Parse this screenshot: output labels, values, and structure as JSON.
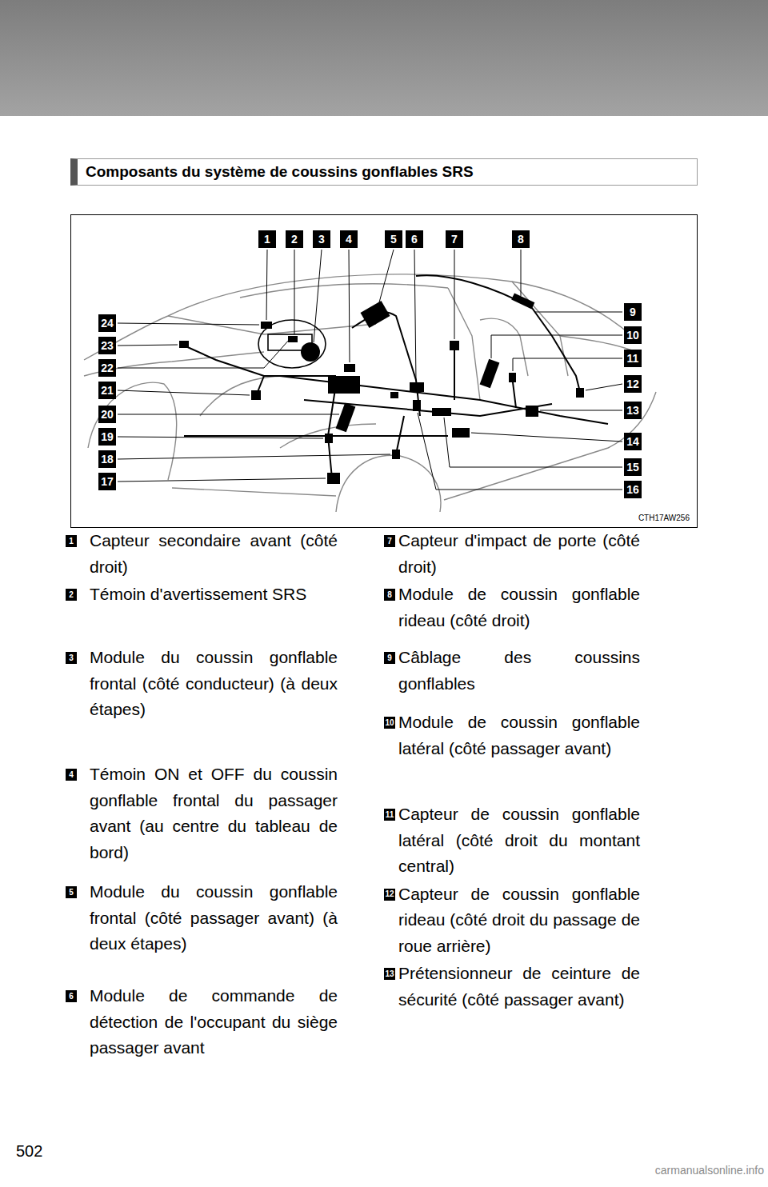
{
  "diagram": {
    "title": "Composants du système de coussins gonflables SRS",
    "labels": [
      "1",
      "2",
      "3",
      "4",
      "5",
      "6",
      "7",
      "8",
      "9",
      "10",
      "11",
      "12",
      "13",
      "14",
      "15",
      "16",
      "17",
      "18",
      "19",
      "20",
      "21",
      "22",
      "23",
      "24",
      "CTH17AW256",
      "1",
      "Capteur secondaire avant (côté droit)",
      "2",
      "Témoin d'avertissement SRS",
      "3",
      "Module du coussin gonflable frontal (côté conducteur) (à deux étapes)",
      "4",
      "Témoin ON et OFF du coussin gonflable frontal du passager avant (au centre du tableau de bord)",
      "5",
      "Module du coussin gonflable frontal (côté passager avant) (à deux étapes)",
      "6",
      "Module de commande de détection de l'occupant du siège passager avant",
      "7",
      "Capteur d'impact de porte (côté droit)",
      "8",
      "Module de coussin gonflable rideau (côté droit)",
      "9",
      "Câblage des coussins gonflables",
      "10",
      "Module de coussin gonflable latéral (côté passager avant)",
      "11",
      "Capteur de coussin gonflable latéral (côté droit du montant central)",
      "12",
      "Capteur de coussin gonflable rideau (côté droit du passage de roue arrière)",
      "13",
      "Prétensionneur de ceinture de sécurité (côté passager avant)",
      "502",
      "carmanualsonline.info"
    ]
  }
}
